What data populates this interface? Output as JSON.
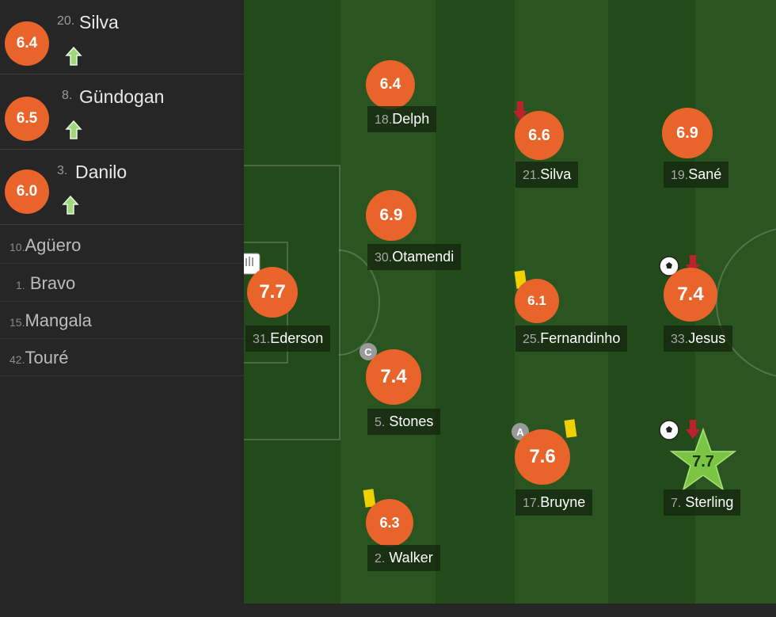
{
  "colors": {
    "rating": "#e8642a",
    "man_of_match": "#7cc544",
    "pitch": "#214618",
    "sidebar": "#262626"
  },
  "substitutes": [
    {
      "number": "20.",
      "name": "Silva",
      "rating": "6.4",
      "icon": "sub-on-arrow-icon"
    },
    {
      "number": "8.",
      "name": "Gündogan",
      "rating": "6.5",
      "icon": "sub-on-arrow-icon"
    },
    {
      "number": "3.",
      "name": "Danilo",
      "rating": "6.0",
      "icon": "sub-on-arrow-icon"
    }
  ],
  "bench": [
    {
      "number": "10.",
      "name": "Agüero"
    },
    {
      "number": "1.",
      "name": "Bravo"
    },
    {
      "number": "15.",
      "name": "Mangala"
    },
    {
      "number": "42.",
      "name": "Touré"
    }
  ],
  "players": {
    "ederson": {
      "number": "31.",
      "name": "Ederson",
      "rating": "7.7"
    },
    "delph": {
      "number": "18.",
      "name": "Delph",
      "rating": "6.4"
    },
    "otamendi": {
      "number": "30.",
      "name": "Otamendi",
      "rating": "6.9"
    },
    "stones": {
      "number": "5.",
      "name": "Stones",
      "rating": "7.4",
      "captain_badge": "C"
    },
    "walker": {
      "number": "2.",
      "name": "Walker",
      "rating": "6.3"
    },
    "silva": {
      "number": "21.",
      "name": "Silva",
      "rating": "6.6"
    },
    "fernandinho": {
      "number": "25.",
      "name": "Fernandinho",
      "rating": "6.1"
    },
    "bruyne": {
      "number": "17.",
      "name": "Bruyne",
      "rating": "7.6",
      "assist_badge": "A"
    },
    "sane": {
      "number": "19.",
      "name": "Sané",
      "rating": "6.9"
    },
    "jesus": {
      "number": "33.",
      "name": "Jesus",
      "rating": "7.4"
    },
    "sterling": {
      "number": "7.",
      "name": "Sterling",
      "rating": "7.7"
    }
  }
}
